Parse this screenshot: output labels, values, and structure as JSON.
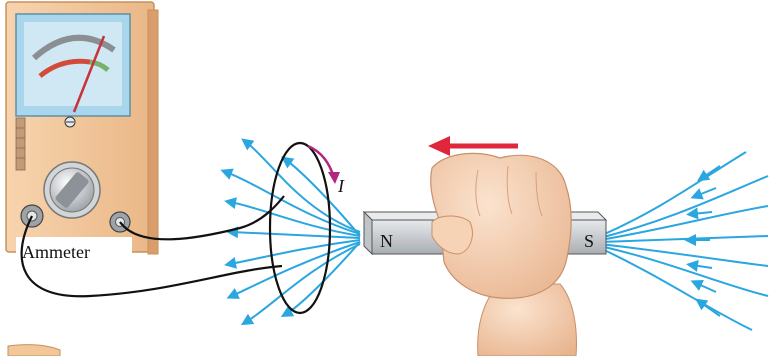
{
  "labels": {
    "ammeter": "Ammeter",
    "current": "I",
    "north_pole": "N",
    "south_pole": "S"
  },
  "colors": {
    "field_line": "#2aa6e0",
    "motion_arrow": "#e0263a",
    "current_arrow": "#b0277e",
    "ammeter_body": "#f2c79a",
    "ammeter_face": "#a9d6ec",
    "magnet_body": "#cfd3d6",
    "wire": "#111111",
    "skin": "#f4c9a6"
  },
  "icons": {
    "motion_arrow": "left-arrow-icon",
    "current_arrow": "curved-arrow-icon",
    "ammeter_knob": "dial-knob-icon",
    "ammeter_terminals": "terminal-icon"
  }
}
